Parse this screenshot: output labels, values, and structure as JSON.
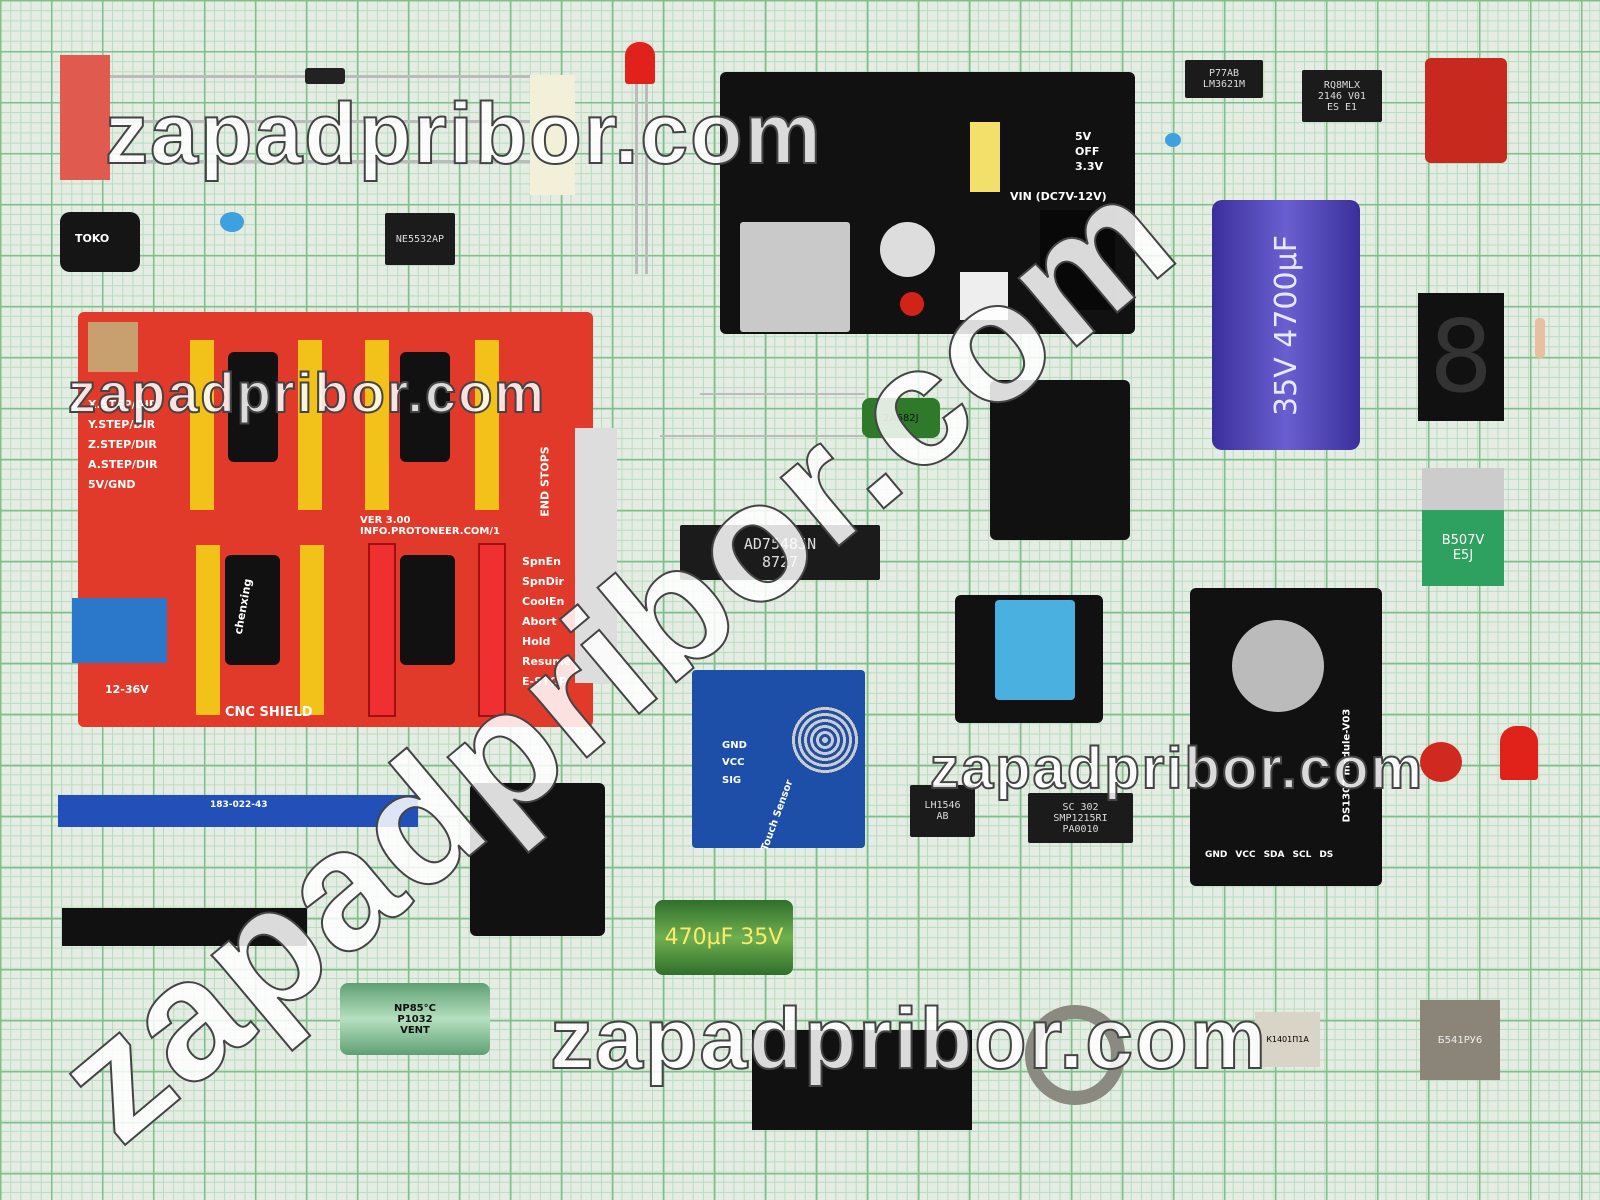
{
  "watermarks": {
    "top": "zapadpribor.com",
    "shield": "zapadpribor.com",
    "middle_right": "zapadpribor.com",
    "bottom": "zapadpribor.com",
    "diagonal": "zapadpribor.com"
  },
  "components": {
    "inductor_label": "TOKO",
    "opamp": "NE5532AP",
    "smd_ic_1": "P77AB\nLM3621M",
    "smd_ic_2": "RQ8MLX\n2146 V01\nES E1",
    "big_cap": "35V 4700µF",
    "dip_ic": "AD7548JN\n8727",
    "film_cap": "2A682J",
    "transistor": "B507V\nE5J",
    "green_cap": "470µF 35V",
    "np_cap": "NP85°C\nP1032\nVENT",
    "touch_sensor": "Touch Sensor",
    "touch_pins": [
      "GND",
      "VCC",
      "SIG"
    ],
    "optocoupler": "LH1546\nAB",
    "smd_ic_3": "SC 302\nSMP1215RI\nPA0010",
    "rtc_module": "DS1307 module-V03",
    "rtc_pins": [
      "GND",
      "VCC",
      "SDA",
      "SCL",
      "DS"
    ],
    "power_module_vin": "VIN (DC7V-12V)",
    "power_labels": [
      "5V",
      "OFF",
      "3.3V"
    ],
    "edge_connector": "183-022-43",
    "metal_ic_1": "К1401П1А",
    "metal_ic_2": "Б541РУ6"
  },
  "cnc_shield": {
    "title": "CNC SHIELD",
    "voltage": "12-36V",
    "version": "VER 3.00\nINFO.PROTONEER.COM/1",
    "left_labels": [
      "X.STEP/DIR",
      "Y.STEP/DIR",
      "Z.STEP/DIR",
      "A.STEP/DIR",
      "5V/GND"
    ],
    "end_stops": "END STOPS",
    "right_labels": [
      "SpnEn",
      "SpnDir",
      "CoolEn",
      "Abort",
      "Hold",
      "Resume",
      "E-STOP"
    ],
    "driver_brand": "chenxing"
  },
  "colors": {
    "grid": "#7fbf8a",
    "paper": "#e4ece4",
    "shield": "#e23a2a"
  }
}
